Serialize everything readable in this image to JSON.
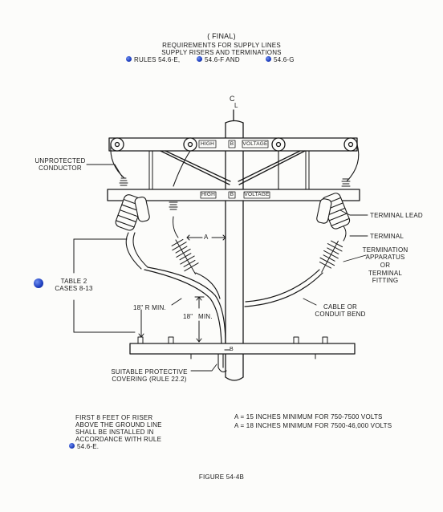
{
  "header": {
    "status": "( FINAL)",
    "line1": "REQUIREMENTS FOR SUPPLY LINES",
    "line2": "SUPPLY RISERS AND TERMINATIONS",
    "rules_prefix": "RULES 54.6-E,",
    "rule_f": "54.6-F AND",
    "rule_g": "54.6-G"
  },
  "diagram": {
    "centerline": [
      "C",
      "L"
    ],
    "high_voltage_upper": [
      "HIGH",
      "B",
      "VOLTAGE"
    ],
    "high_voltage_lower": [
      "HIGH",
      "B",
      "VOLTAGE"
    ],
    "crossarm_bottom_mark": "B",
    "dimension_a": "A",
    "bend_radius": "18\" R MIN.",
    "height_min": [
      "18\"",
      "MIN."
    ]
  },
  "labels": {
    "unprotected_conductor": [
      "UNPROTECTED",
      "CONDUCTOR"
    ],
    "terminal_lead": "TERMINAL LEAD",
    "terminal": "TERMINAL",
    "termination_apparatus": [
      "TERMINATION",
      "APPARATUS",
      "OR",
      "TERMINAL",
      "FITTING"
    ],
    "cable_or_conduit": [
      "CABLE OR",
      "CONDUIT BEND"
    ],
    "table_ref": [
      "TABLE 2",
      "CASES 8-13"
    ],
    "protective_covering": [
      "SUITABLE PROTECTIVE",
      "COVERING (RULE 22.2)"
    ]
  },
  "notes": {
    "riser": [
      "FIRST 8 FEET OF RISER",
      "ABOVE THE GROUND LINE",
      "SHALL BE INSTALLED IN",
      "ACCORDANCE WITH RULE"
    ],
    "riser_rule": "54.6-E.",
    "a_15": "A  =  15 INCHES MINIMUM FOR 750-7500 VOLTS",
    "a_18": "A  =  18 INCHES MINIMUM FOR 7500-46,000 VOLTS"
  },
  "figure_caption": "FIGURE 54-4B",
  "link_dot_color": "#2a49c9"
}
